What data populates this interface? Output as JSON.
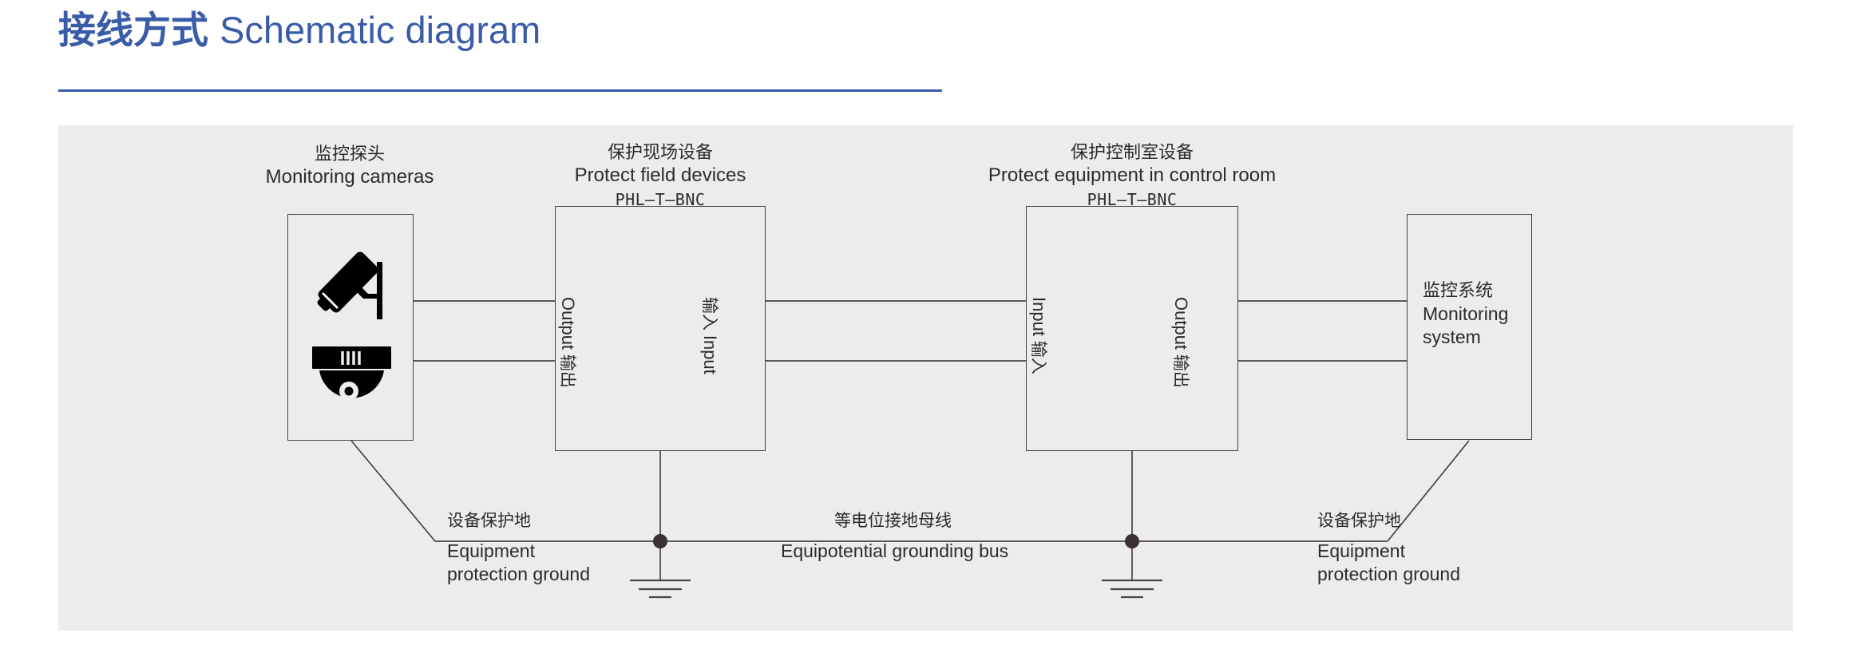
{
  "header": {
    "title_cn": "接线方式",
    "title_en": "Schematic diagram",
    "accent_color": "#3a5ca8",
    "rule_color": "#3a5ca8"
  },
  "panel": {
    "background_color": "#ececed",
    "line_color": "#4a4244",
    "text_color": "#2e2a2b"
  },
  "nodes": {
    "camera": {
      "caption_cn": "监控探头",
      "caption_en": "Monitoring cameras",
      "icons": [
        "bullet-camera-icon",
        "dome-camera-icon"
      ]
    },
    "field_device": {
      "caption_cn": "保护现场设备",
      "caption_en": "Protect field devices",
      "model": "PHL–T–BNC",
      "left_port_en": "Output",
      "left_port_cn": "输出",
      "right_port_en": "Input",
      "right_port_cn": "输入"
    },
    "control_device": {
      "caption_cn": "保护控制室设备",
      "caption_en": "Protect  equipment in control room",
      "model": "PHL–T–BNC",
      "left_port_en": "Input",
      "left_port_cn": "输入",
      "right_port_en": "Output",
      "right_port_cn": "输出"
    },
    "monitoring_system": {
      "label_cn": "监控系统",
      "label_en_line1": "Monitoring",
      "label_en_line2": "system"
    }
  },
  "grounding": {
    "left_cn": "设备保护地",
    "left_en_line1": "Equipment",
    "left_en_line2": "protection ground",
    "bus_cn": "等电位接地母线",
    "bus_en": "Equipotential grounding bus",
    "right_cn": "设备保护地",
    "right_en_line1": "Equipment",
    "right_en_line2": "protection ground",
    "symbols": [
      "ground-symbol",
      "ground-symbol"
    ],
    "junctions": 2
  }
}
